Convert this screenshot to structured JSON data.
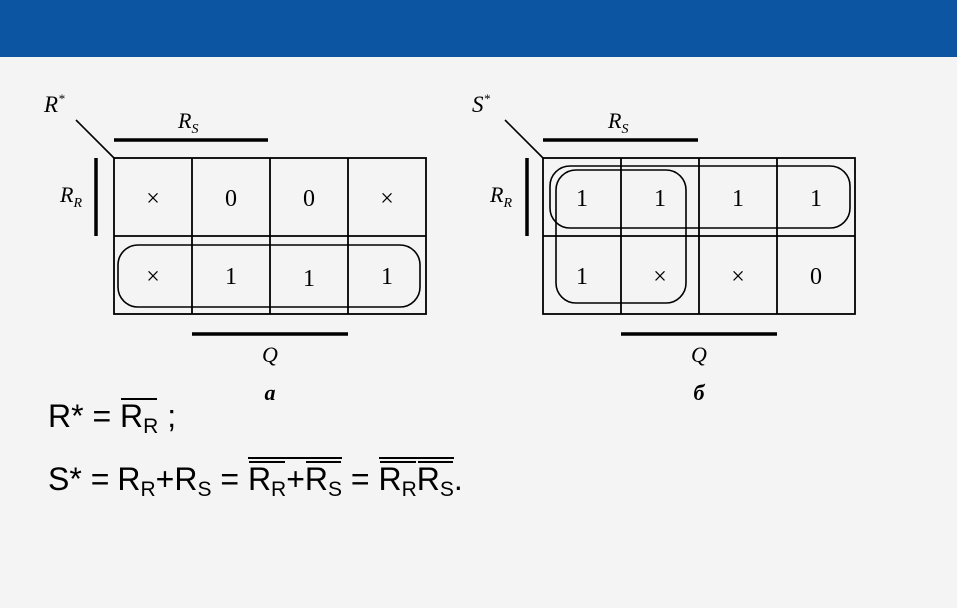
{
  "header": {
    "bar_color": "#0b55a2"
  },
  "diagram_a": {
    "output": {
      "base": "R",
      "sup": "*"
    },
    "top_var": {
      "base": "R",
      "sub": "S"
    },
    "left_var": {
      "base": "R",
      "sub": "R"
    },
    "bottom_var": "Q",
    "caption": "а",
    "rows": [
      [
        "×",
        "0",
        "0",
        "×"
      ],
      [
        "×",
        "1",
        "1",
        "1"
      ]
    ]
  },
  "diagram_b": {
    "output": {
      "base": "S",
      "sup": "*"
    },
    "top_var": {
      "base": "R",
      "sub": "S"
    },
    "left_var": {
      "base": "R",
      "sub": "R"
    },
    "bottom_var": "Q",
    "caption": "б",
    "rows": [
      [
        "1",
        "1",
        "1",
        "1"
      ],
      [
        "1",
        "×",
        "×",
        "0"
      ]
    ]
  },
  "formulas": {
    "line1": {
      "lhs": "R*",
      "eq": "=",
      "r": "R",
      "r_sub": "R",
      "end": ";"
    },
    "line2": {
      "lhs": "S*",
      "eq1": "=",
      "a": "R",
      "a_sub": "R",
      "plus1": "+",
      "b": "R",
      "b_sub": "S",
      "eq2": "=",
      "c": "R",
      "c_sub": "R",
      "plus2": "+",
      "d": "R",
      "d_sub": "S",
      "eq3": "=",
      "e": "R",
      "e_sub": "R",
      "f": "R",
      "f_sub": "S",
      "end": "."
    }
  }
}
